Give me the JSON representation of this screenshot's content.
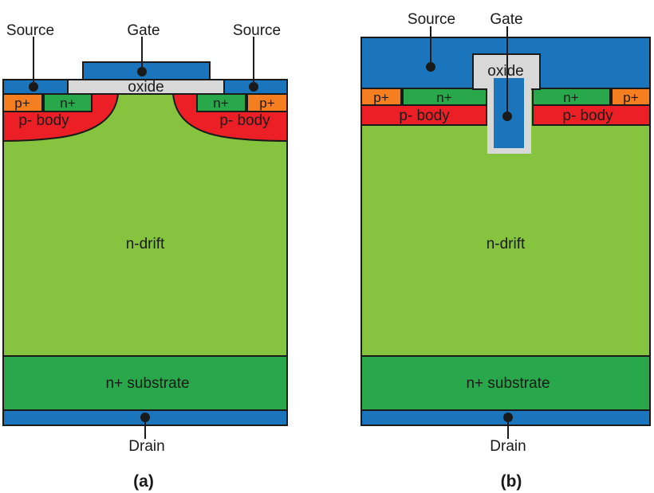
{
  "colors": {
    "metal": "#1B75BC",
    "oxide": "#D8D8D8",
    "p_plus": "#F57E20",
    "n_plus": "#28A74B",
    "n_drift": "#86C440",
    "p_body": "#EC1F27",
    "outline": "#1A1A1A",
    "caption": "#1B6CA8"
  },
  "diagram_a": {
    "caption": "(a)",
    "terminals": {
      "source_left": "Source",
      "gate": "Gate",
      "source_right": "Source",
      "drain": "Drain"
    },
    "regions": {
      "oxide": "oxide",
      "p_plus_left": "p+",
      "n_plus_left": "n+",
      "n_plus_right": "n+",
      "p_plus_right": "p+",
      "p_body_left": "p- body",
      "p_body_right": "p- body",
      "n_drift": "n-drift",
      "n_substrate": "n+ substrate"
    }
  },
  "diagram_b": {
    "caption": "(b)",
    "terminals": {
      "source": "Source",
      "gate": "Gate",
      "drain": "Drain"
    },
    "regions": {
      "oxide": "oxide",
      "p_plus_left": "p+",
      "n_plus_left": "n+",
      "n_plus_right": "n+",
      "p_plus_right": "p+",
      "p_body_left": "p- body",
      "p_body_right": "p- body",
      "n_drift": "n-drift",
      "n_substrate": "n+ substrate"
    }
  }
}
